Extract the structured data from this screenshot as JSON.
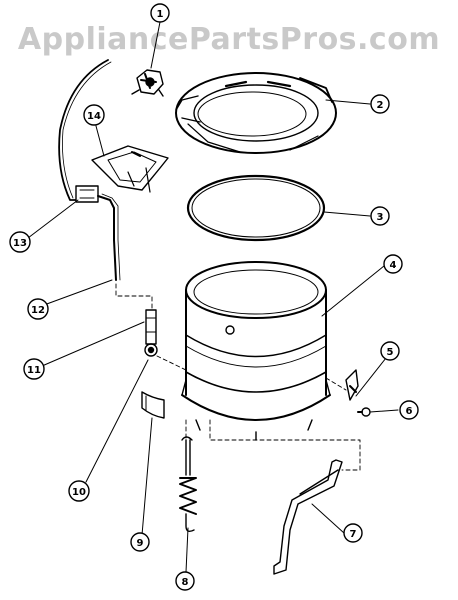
{
  "watermark": "AppliancePartsPros.com",
  "colors": {
    "ink": "#000000",
    "paper": "#ffffff",
    "watermark": "#c9c9c9"
  },
  "callouts": [
    "1",
    "2",
    "3",
    "4",
    "5",
    "6",
    "7",
    "8",
    "9",
    "10",
    "11",
    "12",
    "13",
    "14"
  ]
}
